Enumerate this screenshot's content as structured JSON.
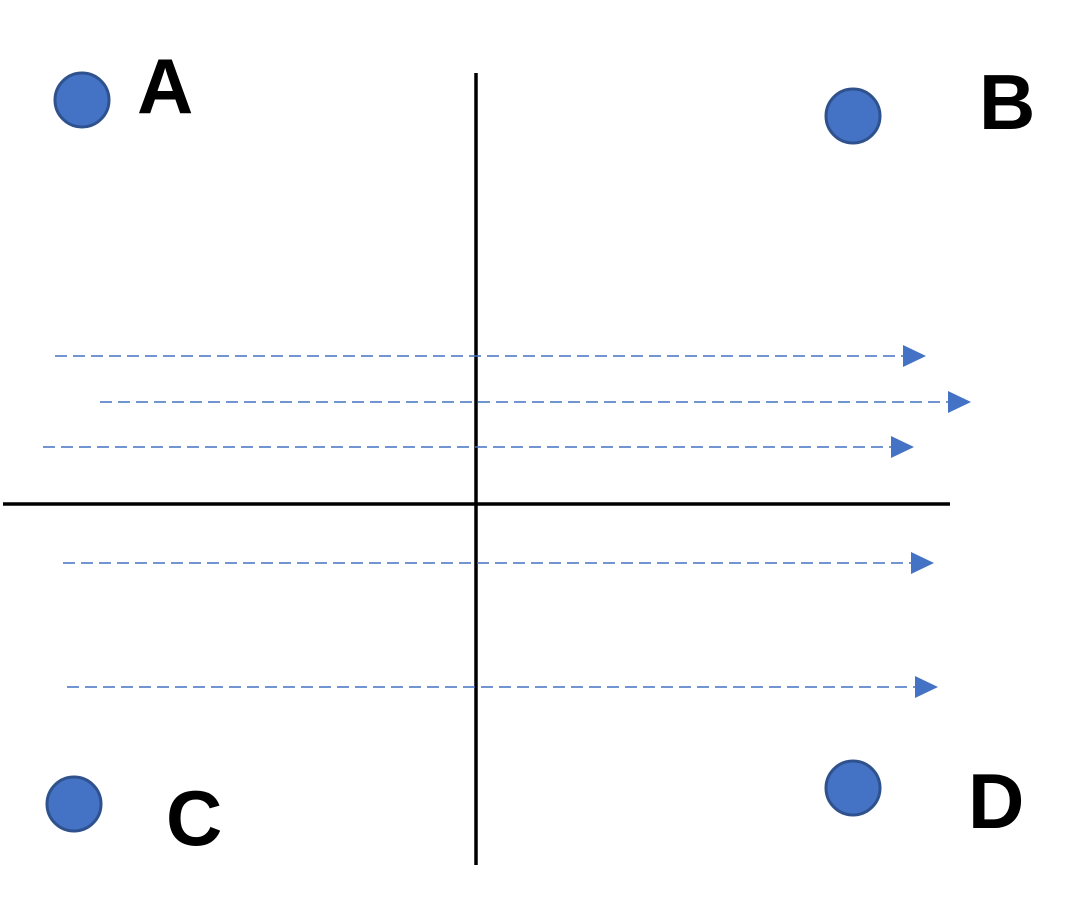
{
  "colors": {
    "point_fill": "#4472c4",
    "point_stroke": "#2f528f",
    "arrow": "#4472c4",
    "axis": "#000000"
  },
  "points": [
    {
      "label": "A"
    },
    {
      "label": "B"
    },
    {
      "label": "C"
    },
    {
      "label": "D"
    }
  ]
}
